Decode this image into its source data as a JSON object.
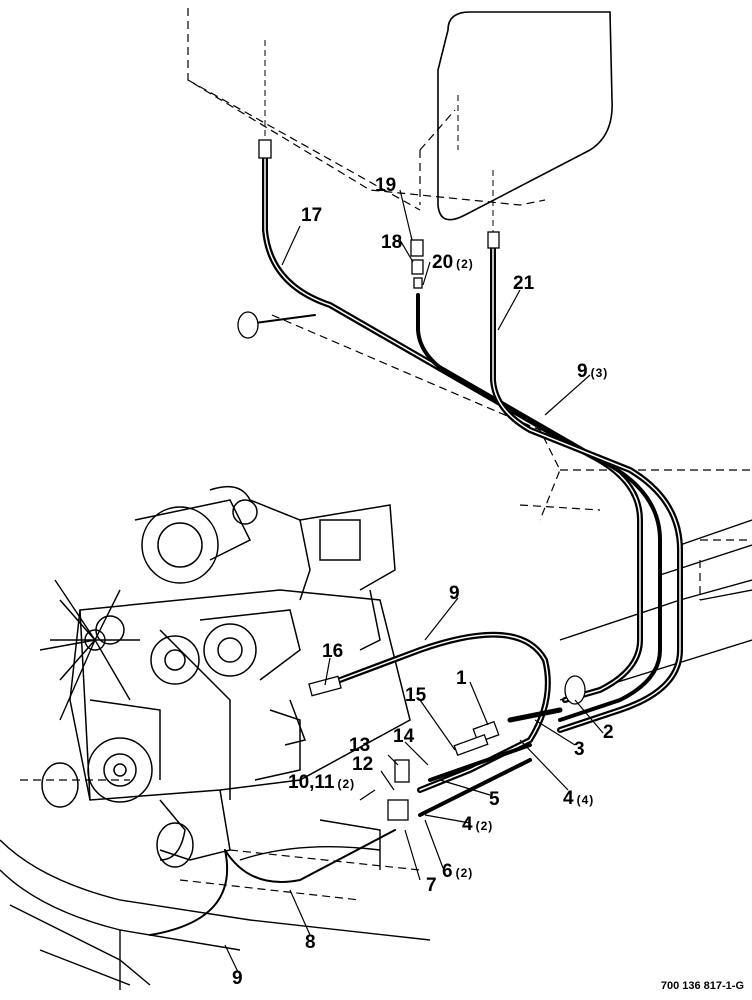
{
  "document_number": "700 136 817-1-G",
  "callouts": {
    "c1": {
      "num": "1",
      "qty": ""
    },
    "c2": {
      "num": "2",
      "qty": ""
    },
    "c3": {
      "num": "3",
      "qty": ""
    },
    "c4a": {
      "num": "4",
      "qty": "(4)"
    },
    "c4b": {
      "num": "4",
      "qty": "(2)"
    },
    "c5": {
      "num": "5",
      "qty": ""
    },
    "c6": {
      "num": "6",
      "qty": "(2)"
    },
    "c7": {
      "num": "7",
      "qty": ""
    },
    "c8": {
      "num": "8",
      "qty": ""
    },
    "c9a": {
      "num": "9",
      "qty": "(3)"
    },
    "c9b": {
      "num": "9",
      "qty": ""
    },
    "c9c": {
      "num": "9",
      "qty": ""
    },
    "c10": {
      "num": "10,11",
      "qty": "(2)"
    },
    "c12": {
      "num": "12",
      "qty": ""
    },
    "c13": {
      "num": "13",
      "qty": ""
    },
    "c14": {
      "num": "14",
      "qty": ""
    },
    "c15": {
      "num": "15",
      "qty": ""
    },
    "c16": {
      "num": "16",
      "qty": ""
    },
    "c17": {
      "num": "17",
      "qty": ""
    },
    "c18": {
      "num": "18",
      "qty": ""
    },
    "c19": {
      "num": "19",
      "qty": ""
    },
    "c20": {
      "num": "20",
      "qty": "(2)"
    },
    "c21": {
      "num": "21",
      "qty": ""
    }
  }
}
